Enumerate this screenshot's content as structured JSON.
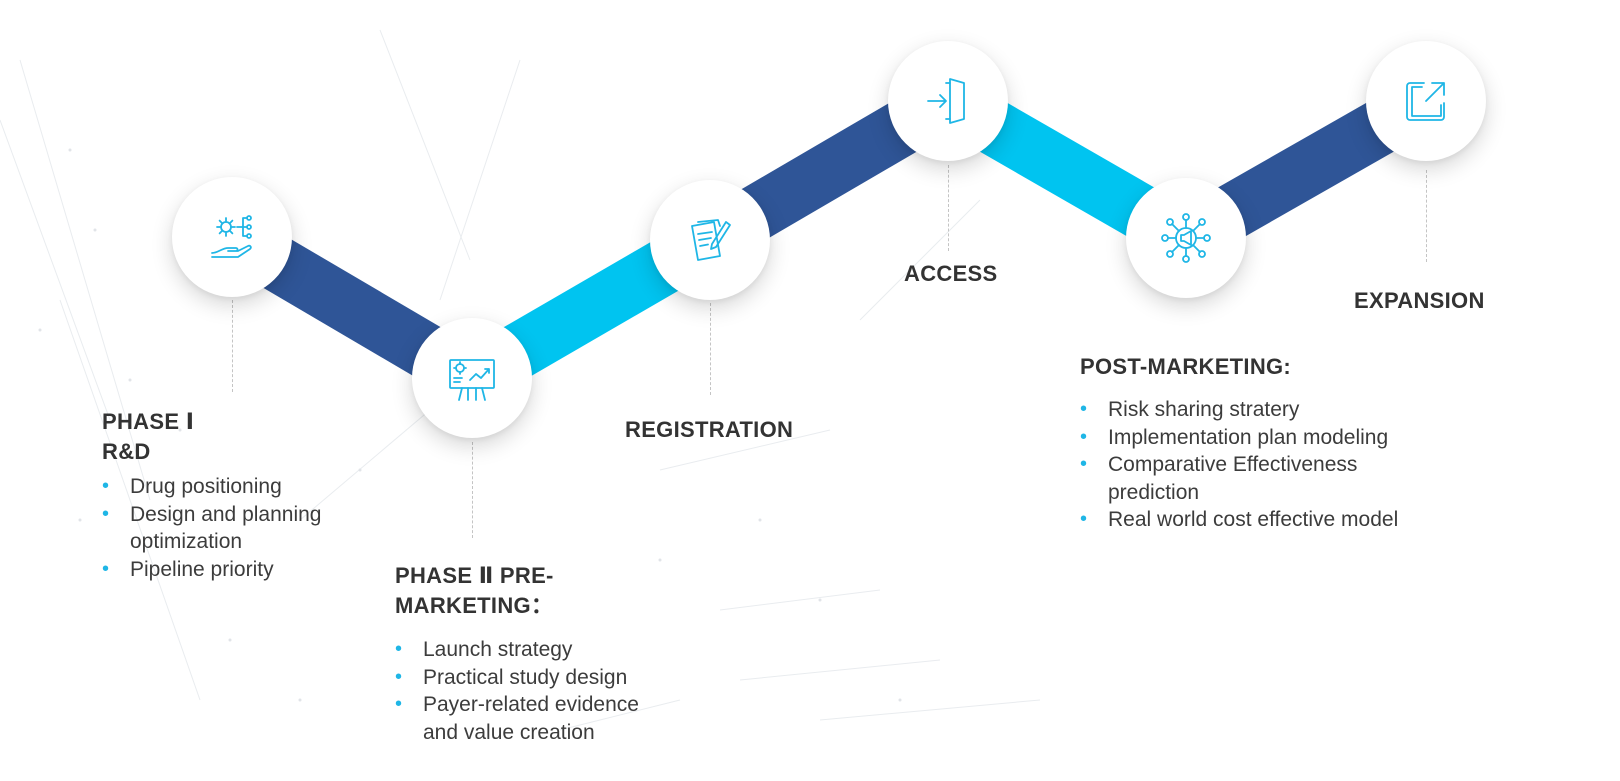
{
  "colors": {
    "dark_band": "#2f5597",
    "light_band": "#00c4f0",
    "icon_stroke": "#1fb6e6",
    "bullet": "#1fb6e6"
  },
  "stages": [
    {
      "icon": "gear-hand-network-icon",
      "title_lines": [
        "PHASE Ⅰ",
        "R&D"
      ],
      "bullets": [
        "Drug positioning",
        "Design and planning optimization",
        "Pipeline priority"
      ]
    },
    {
      "icon": "presentation-board-icon",
      "title_lines": [
        "PHASE Ⅱ PRE-",
        "MARKETING："
      ],
      "bullets": [
        "Launch strategy",
        "Practical study design",
        "Payer-related evidence and value creation"
      ]
    },
    {
      "icon": "document-pen-icon",
      "title_lines": [
        "REGISTRATION"
      ],
      "bullets": []
    },
    {
      "icon": "door-enter-icon",
      "title_lines": [
        "ACCESS"
      ],
      "bullets": []
    },
    {
      "icon": "megaphone-network-icon",
      "title_lines": [
        "POST-MARKETING:"
      ],
      "bullets": [
        "Risk sharing stratery",
        "Implementation plan modeling",
        "Comparative Effectiveness prediction",
        "Real world cost effective model"
      ]
    },
    {
      "icon": "external-link-icon",
      "title_lines": [
        "EXPANSION"
      ],
      "bullets": []
    }
  ]
}
